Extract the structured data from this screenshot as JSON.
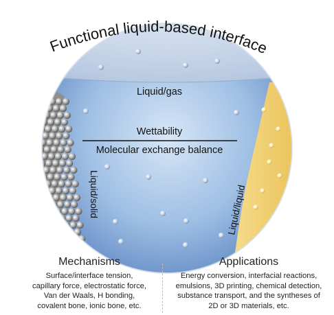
{
  "title": "Functional liquid-based interface",
  "regions": {
    "liquid_gas": "Liquid/gas",
    "wettability": "Wettability",
    "molecular_exchange": "Molecular exchange balance",
    "liquid_solid": "Liquid/solid",
    "liquid_liquid": "Liquid/liquid"
  },
  "mechanisms": {
    "heading": "Mechanisms",
    "lines": [
      "Surface/interface tension,",
      "capillary force, electrostatic force,",
      "Van der Waals, H bonding,",
      "covalent bone, ionic bone, etc."
    ]
  },
  "applications": {
    "heading": "Applications",
    "lines": [
      "Energy conversion, interfacial reactions,",
      "emulsions, 3D printing, chemical detection,",
      "substance transport, and the syntheses of",
      "2D or 3D materials, etc."
    ]
  },
  "colors": {
    "liquid_blue": "#8fb1dc",
    "gas_cap": "#c9d6e6",
    "solid_grey": "#9a9a9a",
    "liquid_yellow": "#f1cf6a"
  }
}
